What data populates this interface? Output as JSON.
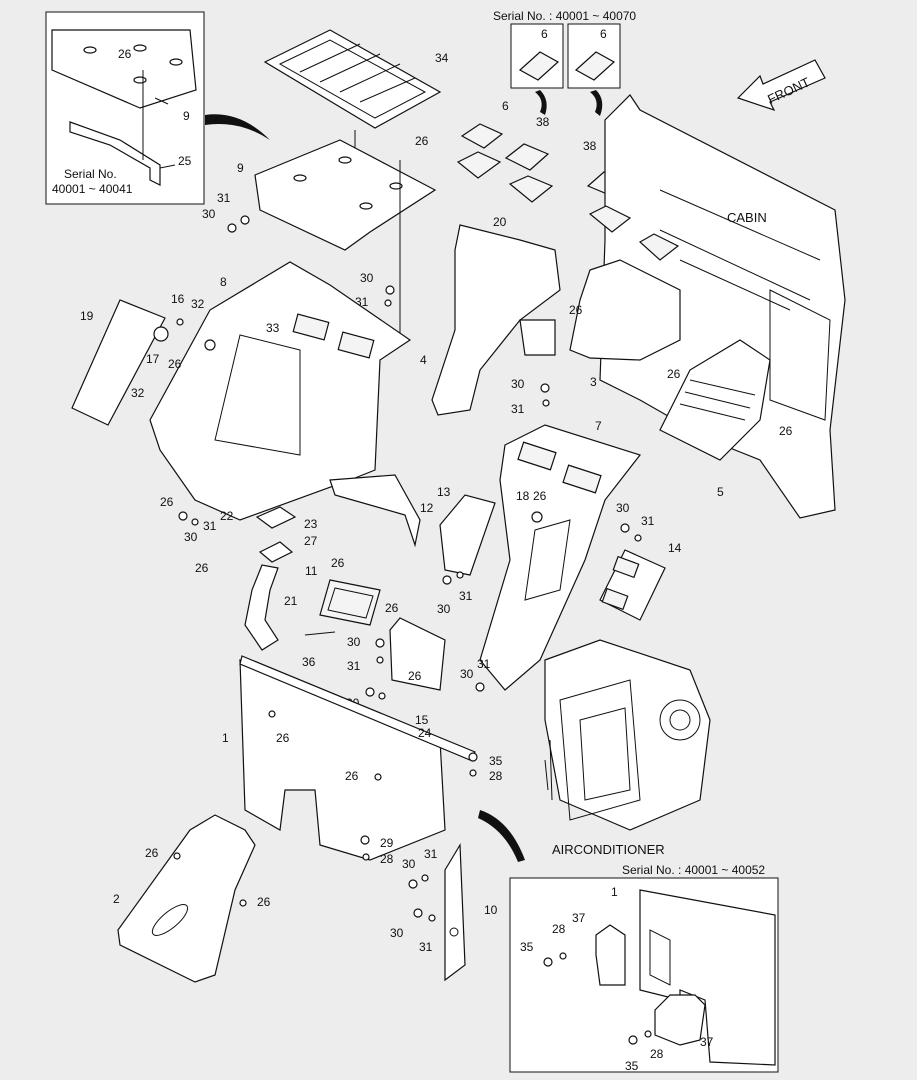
{
  "texts": {
    "serial_top": "Serial No. : 40001 ~ 40070",
    "serial_inset_a": "Serial No.",
    "serial_inset_b": "40001 ~ 40041",
    "front": "FRONT",
    "cabin": "CABIN",
    "aircon": "AIRCONDITIONER",
    "serial_bottom": "Serial No. : 40001 ~ 40052"
  },
  "callouts": [
    "26",
    "9",
    "25",
    "34",
    "6",
    "6",
    "6",
    "38",
    "38",
    "6",
    "26",
    "9",
    "31",
    "30",
    "20",
    "20",
    "30",
    "31",
    "26",
    "8",
    "16",
    "32",
    "19",
    "17",
    "26",
    "33",
    "32",
    "4",
    "3",
    "26",
    "30",
    "31",
    "7",
    "26",
    "5",
    "26",
    "30",
    "31",
    "12",
    "13",
    "18",
    "26",
    "30",
    "31",
    "14",
    "22",
    "23",
    "27",
    "26",
    "21",
    "26",
    "11",
    "26",
    "30",
    "31",
    "36",
    "30",
    "31",
    "26",
    "15",
    "30",
    "31",
    "30",
    "31",
    "1",
    "26",
    "24",
    "35",
    "28",
    "26",
    "29",
    "28",
    "26",
    "2",
    "26",
    "31",
    "30",
    "10",
    "30",
    "31",
    "1",
    "37",
    "28",
    "35",
    "37",
    "28",
    "35"
  ]
}
